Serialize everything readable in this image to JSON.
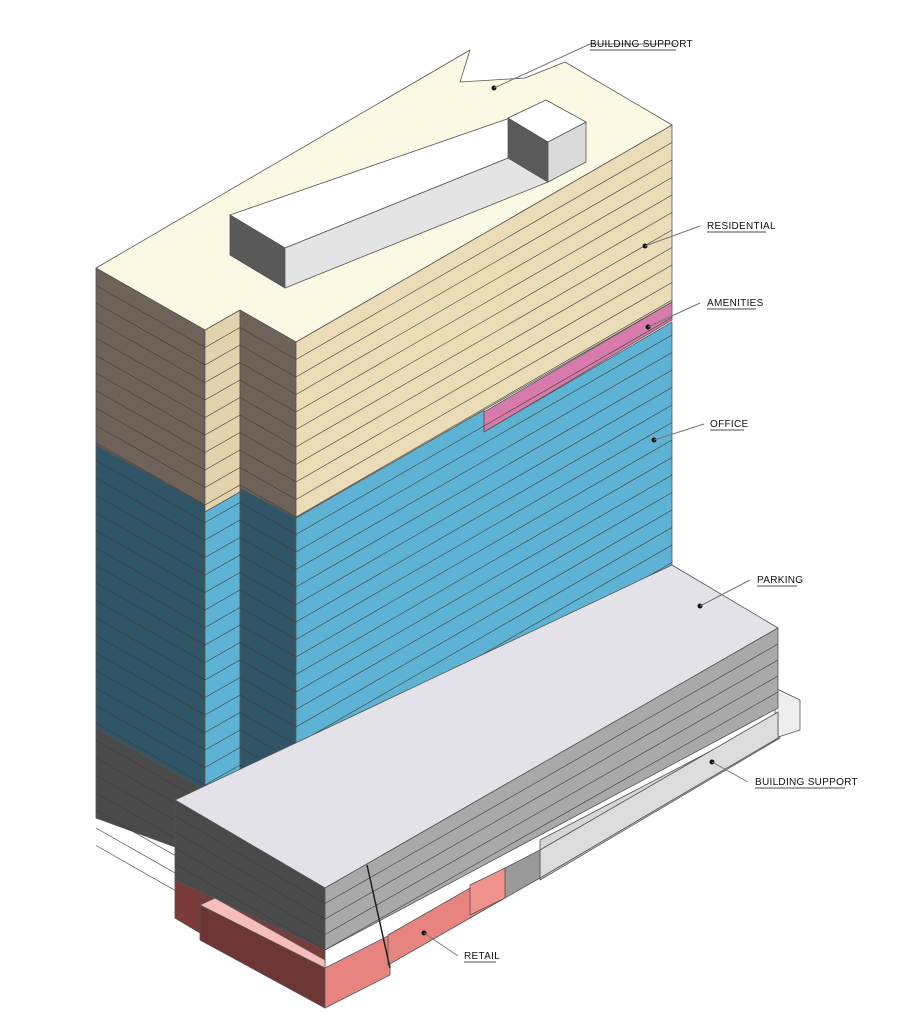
{
  "labels": {
    "building_support_top": "BUILDING SUPPORT",
    "residential": "RESIDENTIAL",
    "amenities": "AMENITIES",
    "office": "OFFICE",
    "parking": "PARKING",
    "building_support_bottom": "BUILDING SUPPORT",
    "retail": "RETAIL"
  },
  "colors": {
    "building_support": "#fbf8e4",
    "residential_right": "#ebdcb8",
    "residential_left": "#6e6259",
    "amenities": "#d77bad",
    "office_right": "#5eb3d4",
    "office_left": "#2f5566",
    "parking_top": "#e2e2e8",
    "parking_side": "#a9a9a9",
    "parking_dark": "#4a4a4a",
    "retail": "#e8847f",
    "retail_dark": "#7a3b3b"
  }
}
